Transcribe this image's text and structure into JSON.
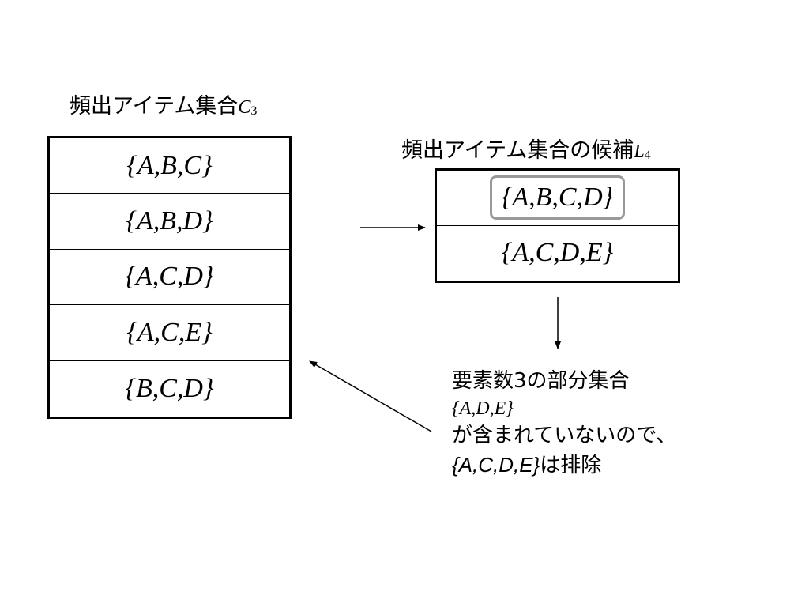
{
  "left_block": {
    "title": "頻出アイテム集合",
    "symbol": "C",
    "subscript": "3",
    "rows": [
      "{A,B,C}",
      "{A,B,D}",
      "{A,C,D}",
      "{A,C,E}",
      "{B,C,D}"
    ]
  },
  "right_block": {
    "title": "頻出アイテム集合の候補",
    "symbol": "L",
    "subscript": "4",
    "rows": [
      "{A,B,C,D}",
      "{A,C,D,E}"
    ],
    "highlighted_row_index": 0
  },
  "note": {
    "line1": "要素数3の部分集合",
    "line2": "{A,D,E}",
    "line3": "が含まれていないので、",
    "line4_set": "{A,C,D,E}",
    "line4_suffix": "は排除"
  },
  "colors": {
    "border": "#000000",
    "highlight_border": "#999999",
    "background": "#ffffff"
  }
}
